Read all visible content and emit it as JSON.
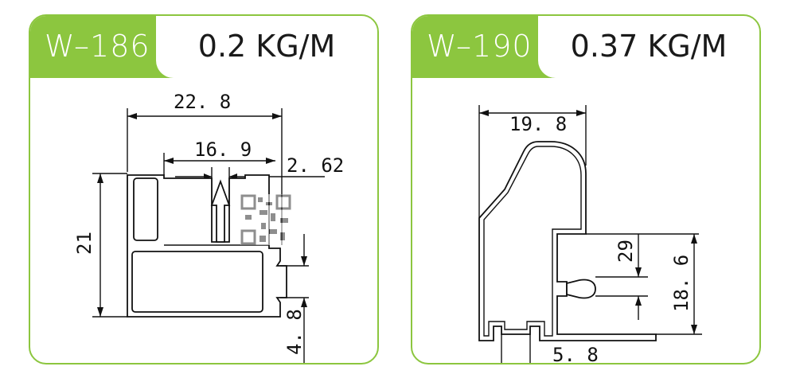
{
  "products": [
    {
      "code": "W–186",
      "weight": "0.2 KG/M",
      "dims": {
        "width": "22. 8",
        "inner": "16. 9",
        "slot": "2. 62",
        "height": "21",
        "lip": "4. 8"
      }
    },
    {
      "code": "W–190",
      "weight": "0.37 KG/M",
      "dims": {
        "width": "19. 8",
        "gap": "29",
        "height": "18. 6",
        "foot": "5. 8"
      }
    }
  ],
  "colors": {
    "accent": "#8cc63f",
    "line": "#111111"
  },
  "icons": [
    "qr-code-icon"
  ]
}
